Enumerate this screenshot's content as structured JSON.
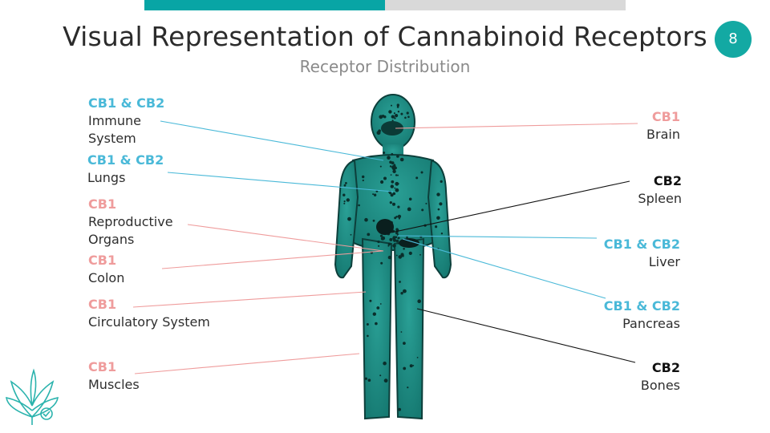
{
  "header": {
    "title": "Visual Representation of Cannabinoid Receptors",
    "subtitle": "Receptor Distribution",
    "page_number": "8"
  },
  "colors": {
    "teal": "#08a5a5",
    "body_fill": "#1a8a80",
    "cb1_cb2": "#4ab9d8",
    "cb1": "#ef9c9c",
    "cb2": "#111111"
  },
  "labels": {
    "immune": {
      "code": "CB1 & CB2",
      "line1": "Immune",
      "line2": "System"
    },
    "lungs": {
      "code": "CB1 & CB2",
      "line1": "Lungs"
    },
    "reproductive": {
      "code": "CB1",
      "line1": "Reproductive",
      "line2": "Organs"
    },
    "colon": {
      "code": "CB1",
      "line1": "Colon"
    },
    "circulatory": {
      "code": "CB1",
      "line1": "Circulatory System"
    },
    "muscles": {
      "code": "CB1",
      "line1": "Muscles"
    },
    "brain": {
      "code": "CB1",
      "line1": "Brain"
    },
    "spleen": {
      "code": "CB2",
      "line1": "Spleen"
    },
    "liver": {
      "code": "CB1 & CB2",
      "line1": "Liver"
    },
    "pancreas": {
      "code": "CB1 & CB2",
      "line1": "Pancreas"
    },
    "bones": {
      "code": "CB2",
      "line1": "Bones"
    }
  },
  "logo_icon": "cannabis-leaf-logo-icon"
}
